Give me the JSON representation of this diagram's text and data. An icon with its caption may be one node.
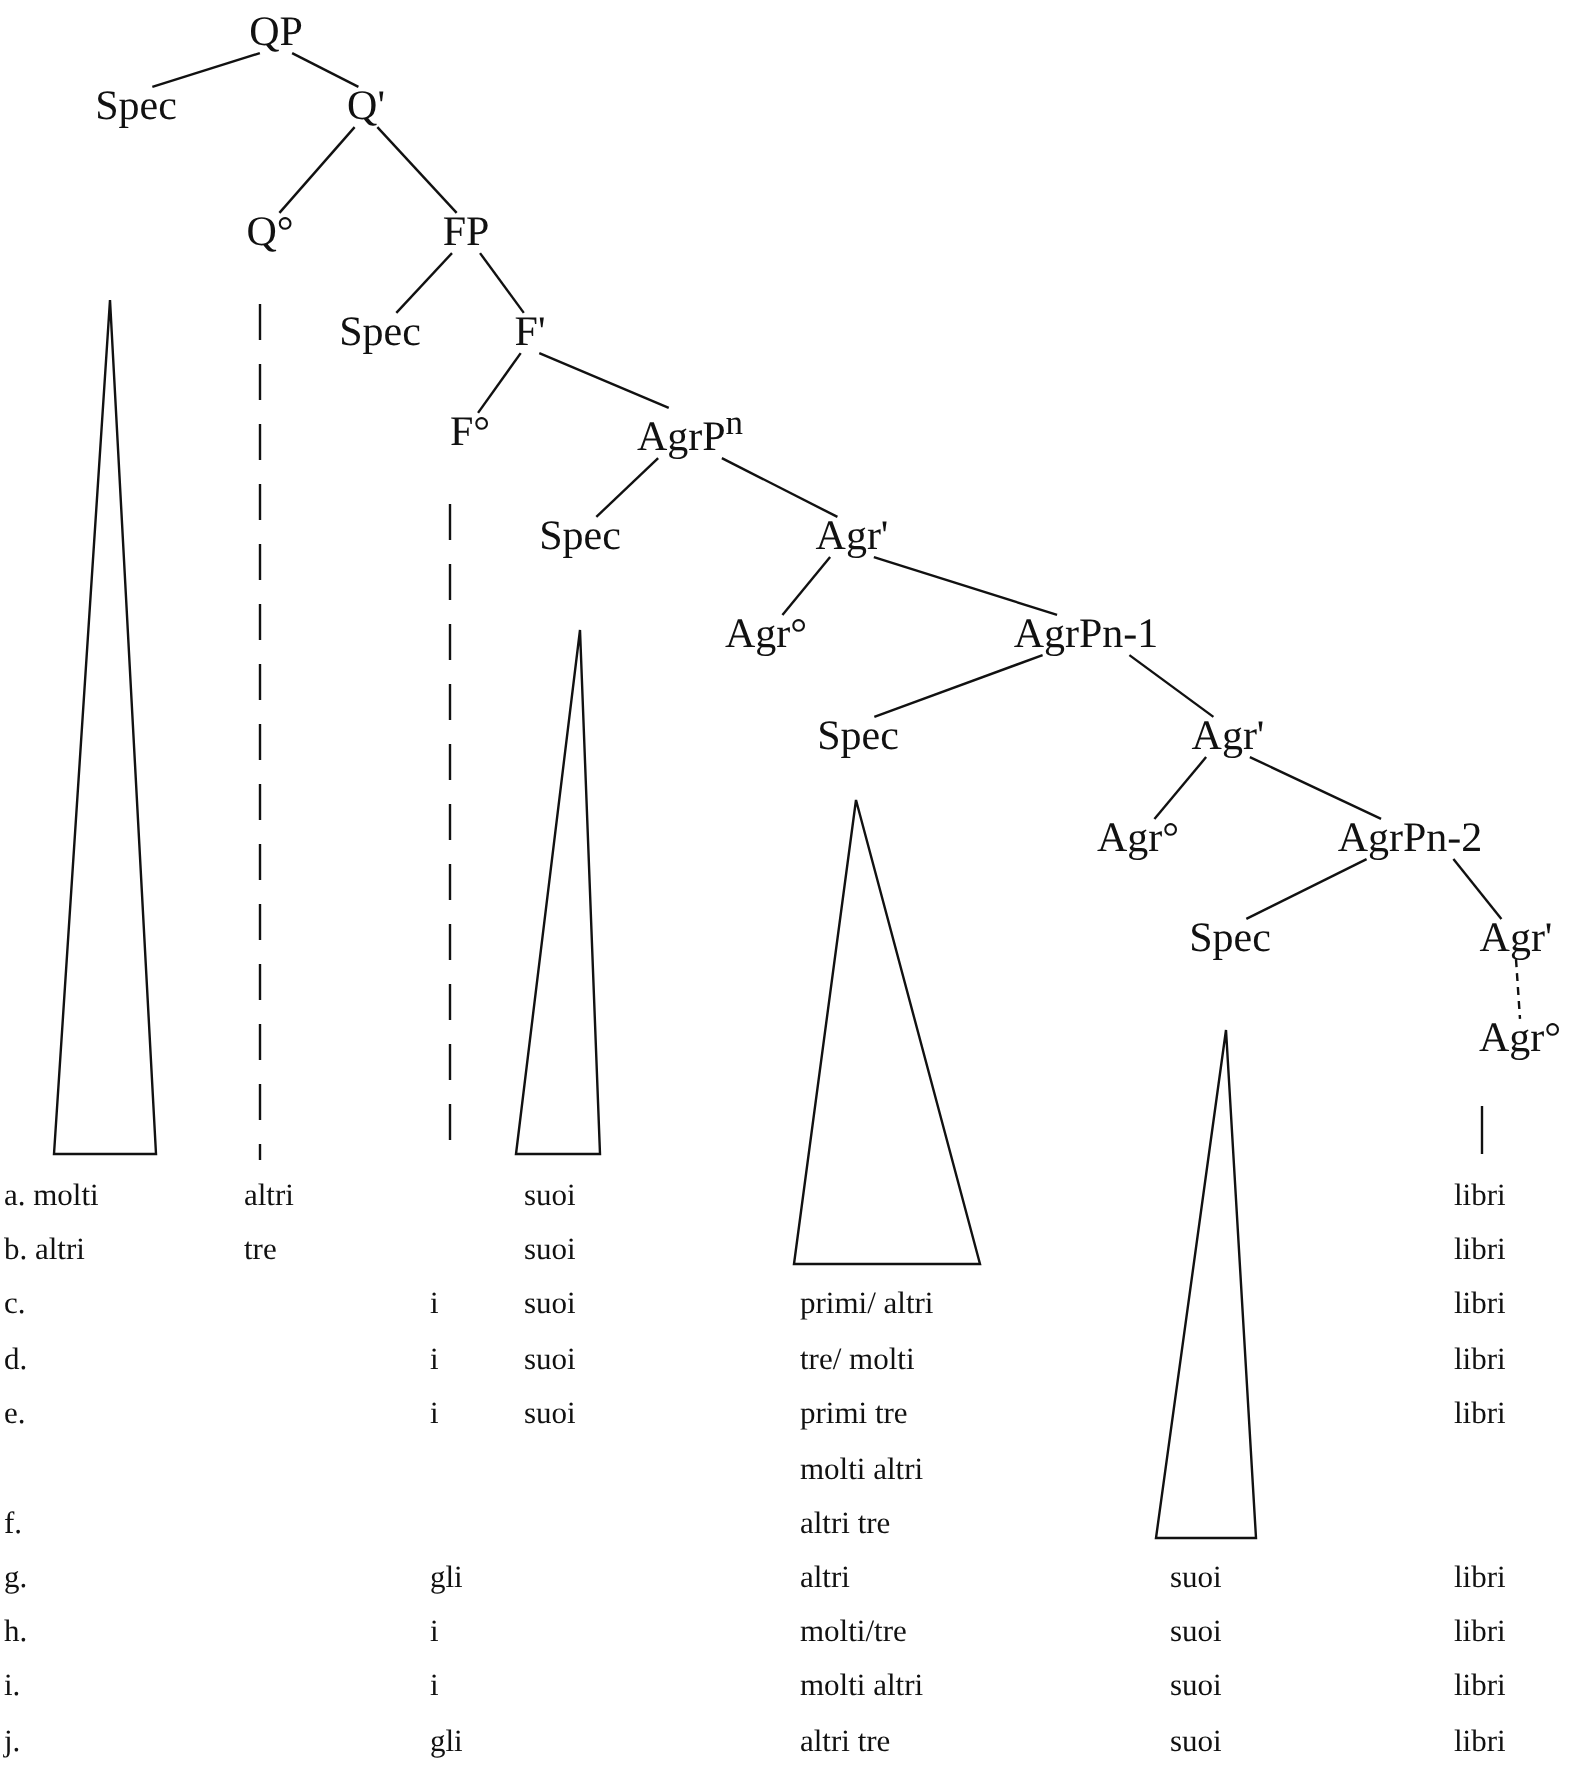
{
  "diagram": {
    "nodes": [
      {
        "text": [
          "QP"
        ]
      },
      {
        "text": [
          "Spec"
        ]
      },
      {
        "text": [
          "Q'"
        ]
      },
      {
        "text": [
          "Q°"
        ]
      },
      {
        "text": [
          "FP"
        ]
      },
      {
        "text": [
          "Spec"
        ]
      },
      {
        "text": [
          "F'"
        ]
      },
      {
        "text": [
          "F°"
        ]
      },
      {
        "text": [
          "AgrP$^{n}$"
        ]
      },
      {
        "text": [
          "Spec"
        ]
      },
      {
        "text": [
          "Agr'"
        ]
      },
      {
        "text": [
          "Agr°"
        ]
      },
      {
        "text": [
          "AgrPn-1"
        ]
      },
      {
        "text": [
          "Spec"
        ]
      },
      {
        "text": [
          "Agr'"
        ]
      },
      {
        "text": [
          "Agr°"
        ]
      },
      {
        "text": [
          "AgrPn-2"
        ]
      },
      {
        "text": [
          "Spec"
        ]
      },
      {
        "text": [
          "Agr'"
        ]
      },
      {
        "text": [
          "Agr°"
        ]
      }
    ],
    "edges": [
      {
        "from": 0,
        "to": 1,
        "arrow": "none"
      },
      {
        "from": 0,
        "to": 2,
        "arrow": "none"
      },
      {
        "from": 2,
        "to": 3,
        "arrow": "none"
      },
      {
        "from": 2,
        "to": 4,
        "arrow": "none"
      },
      {
        "from": 4,
        "to": 5,
        "arrow": "none"
      },
      {
        "from": 4,
        "to": 6,
        "arrow": "none"
      },
      {
        "from": 6,
        "to": 7,
        "arrow": "none"
      },
      {
        "from": 6,
        "to": 8,
        "arrow": "none"
      },
      {
        "from": 8,
        "to": 9,
        "arrow": "none"
      },
      {
        "from": 8,
        "to": 10,
        "arrow": "none"
      },
      {
        "from": 10,
        "to": 11,
        "arrow": "none"
      },
      {
        "from": 10,
        "to": 12,
        "arrow": "none"
      },
      {
        "from": 12,
        "to": 13,
        "arrow": "none"
      },
      {
        "from": 12,
        "to": 14,
        "arrow": "none"
      },
      {
        "from": 14,
        "to": 15,
        "arrow": "none"
      },
      {
        "from": 14,
        "to": 16,
        "arrow": "none"
      },
      {
        "from": 16,
        "to": 17,
        "arrow": "none"
      },
      {
        "from": 16,
        "to": 18,
        "arrow": "none"
      },
      {
        "from": 18,
        "to": 19,
        "arrow": "none",
        "style": "dashed"
      }
    ],
    "labels": [
      "a. molti",
      "altri",
      "suoi",
      "libri",
      "b. altri",
      "tre",
      "suoi",
      "libri",
      "c.",
      "i",
      "suoi",
      "primi/ altri",
      "libri",
      "d.",
      "i",
      "suoi",
      "tre/ molti",
      "libri",
      "e.",
      "i",
      "suoi",
      "primi tre",
      "libri",
      "molti altri",
      "f.",
      "altri tre",
      "g.",
      "gli",
      "altri",
      "suoi",
      "libri",
      "h.",
      "i",
      "molti/tre",
      "suoi",
      "libri",
      "i.",
      "i",
      "molti altri",
      "suoi",
      "libri",
      "j.",
      "gli",
      "altri tre",
      "suoi",
      "libri"
    ]
  }
}
